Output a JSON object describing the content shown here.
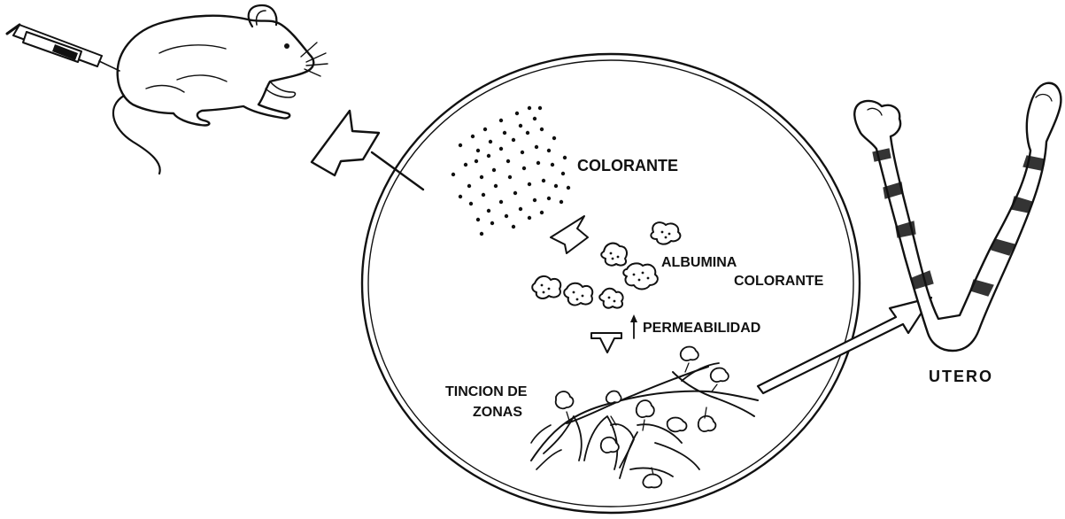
{
  "labels": {
    "colorante": "COLORANTE",
    "albumina_line1": "ALBUMINA",
    "albumina_line2": "COLORANTE",
    "permeabilidad": "PERMEABILIDAD",
    "tincion_line1": "TINCION DE",
    "tincion_line2": "ZONAS",
    "utero": "UTERO"
  },
  "icons": {
    "syringe": "syringe-icon",
    "mouse": "mouse-icon",
    "uterus": "uterus-icon"
  },
  "colors": {
    "ink": "#111111",
    "paper": "#ffffff"
  }
}
